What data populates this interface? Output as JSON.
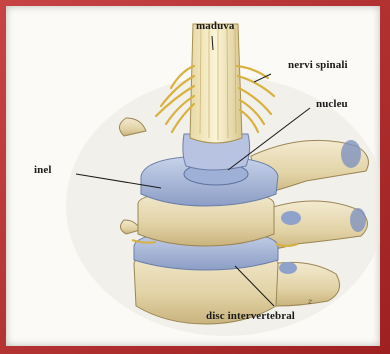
{
  "labels": {
    "maduva": "maduva",
    "nervi_spinali": "nervi spinali",
    "nucleu": "nucleu",
    "inel": "inel",
    "disc": "disc intervertebral"
  },
  "colors": {
    "frame": "#b22a2a",
    "bone": "#e9dcb3",
    "disc": "#a9b8d6",
    "nerve": "#e6c45a",
    "cord": "#f1e6b8"
  }
}
